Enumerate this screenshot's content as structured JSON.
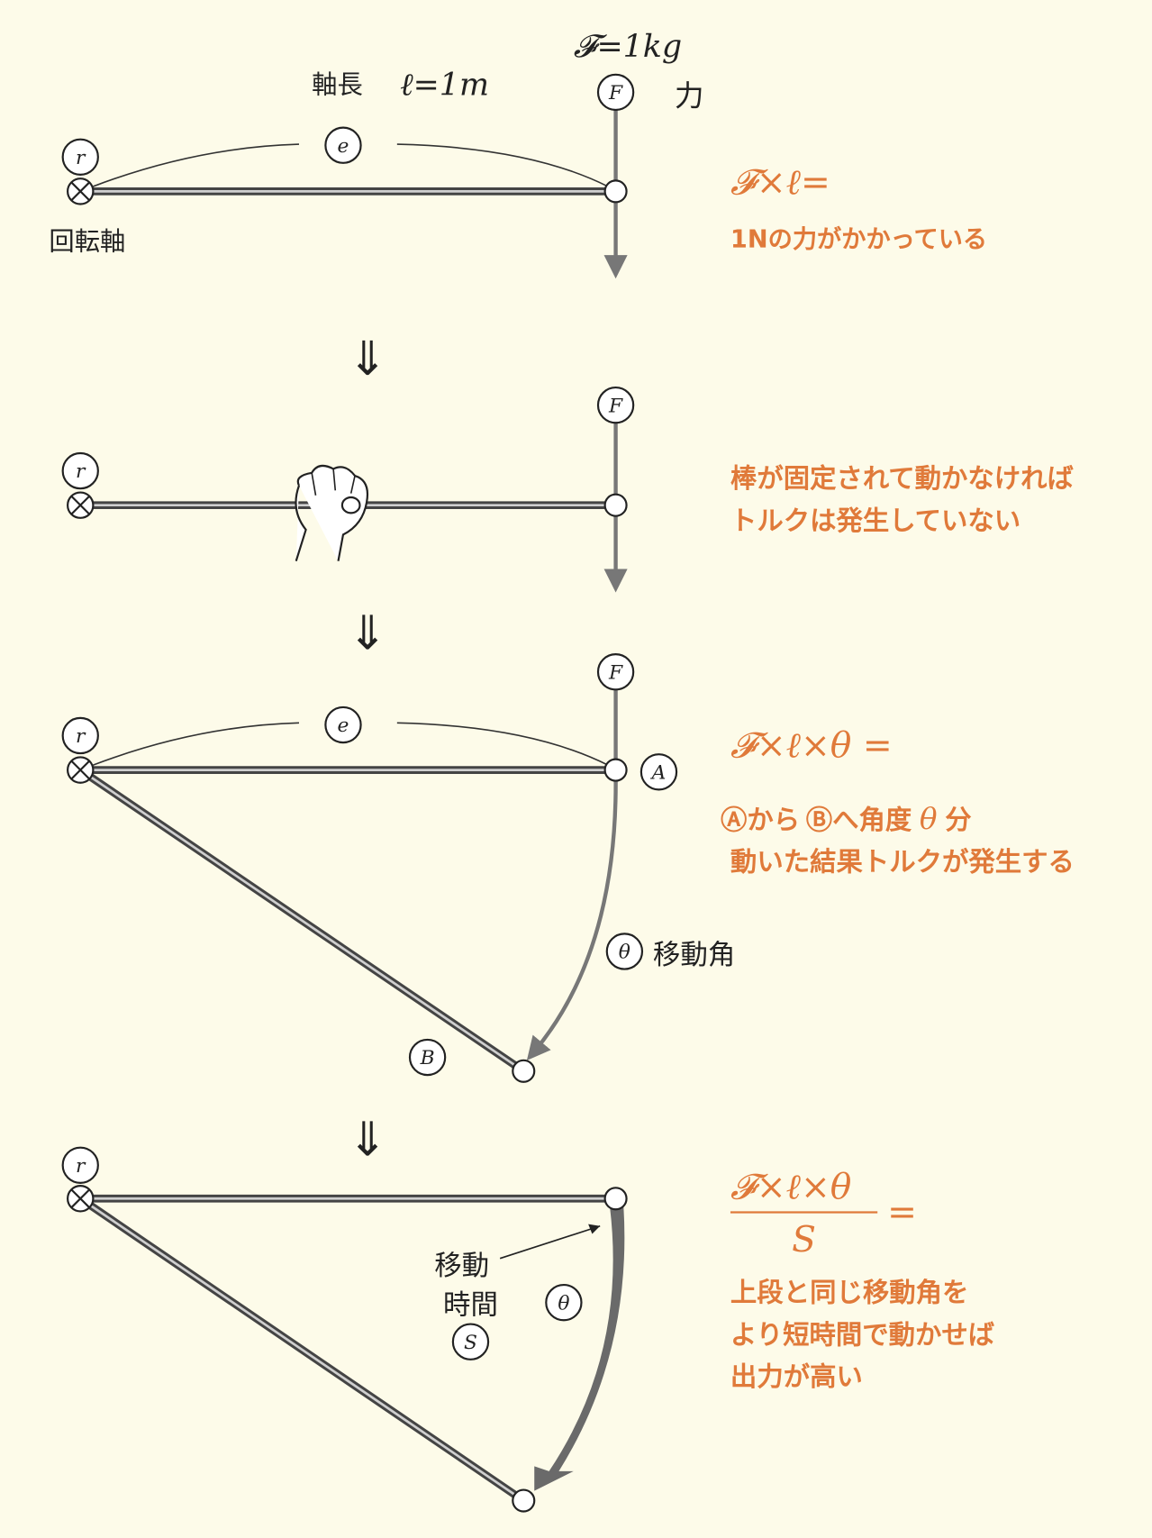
{
  "panel1": {
    "force_label": "𝓕=1kg",
    "force_unit": "力",
    "length_label": "軸長",
    "length_value": "ℓ=1m",
    "pivot_label": "回転軸",
    "r": "r",
    "e": "e",
    "F": "F",
    "formula": "𝓕×ℓ=",
    "note": "1Nの力がかかっている"
  },
  "arrow_symbol": "⇓",
  "panel2": {
    "r": "r",
    "F": "F",
    "note_line1": "棒が固定されて動かなければ",
    "note_line2": "トルクは発生していない"
  },
  "panel3": {
    "r": "r",
    "e": "e",
    "F": "F",
    "A": "A",
    "B": "B",
    "theta": "θ",
    "angle_label": "移動角",
    "formula": "𝓕×ℓ×θ =",
    "note_line1_a": "Ⓐから",
    "note_line1_b": "Ⓑへ角度",
    "note_line1_theta": "θ",
    "note_line1_c": "分",
    "note_line2": "動いた結果トルクが発生する"
  },
  "panel4": {
    "r": "r",
    "theta": "θ",
    "S": "S",
    "time_label_1": "移動",
    "time_label_2": "時間",
    "numerator": "𝓕×ℓ×θ",
    "denominator": "S",
    "equals": "=",
    "note_line1": "上段と同じ移動角を",
    "note_line2": "より短時間で動かせば",
    "note_line3": "出力が高い"
  },
  "colors": {
    "background": "#fdfbe9",
    "accent": "#e07a3a",
    "rod": "#444444",
    "force": "#777777"
  }
}
